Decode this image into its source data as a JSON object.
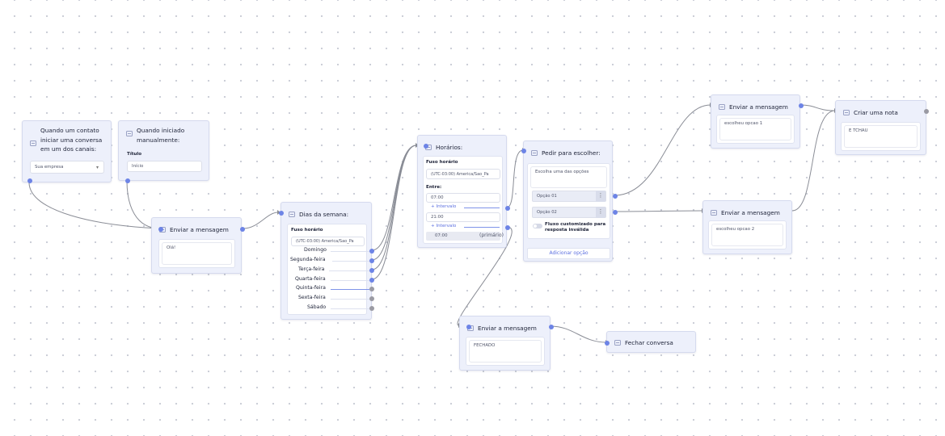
{
  "nodes": {
    "start_contact": {
      "title": "Quando um contato iniciar uma conversa em um dos canais:",
      "select_value": "Sua empresa"
    },
    "start_manual": {
      "title": "Quando iniciado manualmente:",
      "field_label": "Título",
      "field_value": "Início"
    },
    "msg_ola": {
      "title": "Enviar a mensagem",
      "text": "Olá!"
    },
    "weekdays": {
      "title": "Dias da semana:",
      "timezone_label": "Fuso horário",
      "timezone_value": "(UTC-03:00) America/Sao_Pa",
      "days": [
        "Domingo",
        "Segunda-feira",
        "Terça-feira",
        "Quarta-feira",
        "Quinta-feira",
        "Sexta-feira",
        "Sábado"
      ]
    },
    "hours": {
      "title": "Horários:",
      "timezone_label": "Fuso horário",
      "timezone_value": "(UTC-03:00) America/Sao_Pa",
      "between_label": "Entre:",
      "start_time": "07:00",
      "add_interval_1": "+ Intervalo",
      "end_time": "21:00",
      "add_interval_2": "+ Intervalo",
      "primary_time": "07:00",
      "primary_label": "(primário)"
    },
    "choose": {
      "title": "Pedir para escolher:",
      "prompt": "Escolha uma das opções",
      "options": [
        "Opção 01",
        "Opção 02"
      ],
      "custom_flow_label": "Fluxo customizado para resposta inválida",
      "add_option": "Adicionar opção"
    },
    "msg_opt1": {
      "title": "Enviar a mensagem",
      "text": "escolheu opcao 1"
    },
    "msg_opt2": {
      "title": "Enviar a mensagem",
      "text": "escolheu opcao 2"
    },
    "note": {
      "title": "Criar uma nota",
      "text": "E TCHAU"
    },
    "msg_closed": {
      "title": "Enviar a mensagem",
      "text": "FECHADO"
    },
    "close_conv": {
      "title": "Fechar conversa"
    }
  },
  "colors": {
    "node_bg": "#edf0fb",
    "handle_active": "#6d84e6",
    "handle_inactive": "#9a9aa3",
    "edge": "#8a8d96",
    "link": "#5b6fe0"
  },
  "icons": [
    "node-type-icon",
    "chevron-down-icon",
    "kebab-menu-icon"
  ]
}
